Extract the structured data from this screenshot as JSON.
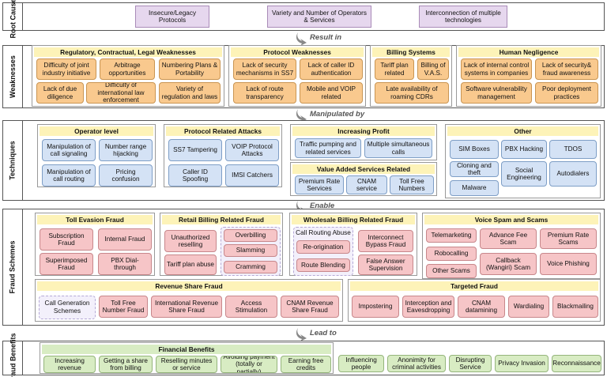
{
  "bands": {
    "root_causes": "Root Causes",
    "weaknesses": "Weaknesses",
    "techniques": "Techniques",
    "fraud_schemes": "Fraud Schemes",
    "fraud_benefits": "Fraud Benefits"
  },
  "connectors": {
    "result_in": "Result in",
    "manipulated_by": "Manipulated by",
    "enable": "Enable",
    "lead_to": "Lead to"
  },
  "root_causes": [
    "Insecure/Legacy Protocols",
    "Variety and Number of Operators & Services",
    "Interconnection of multiple technologies"
  ],
  "weaknesses": {
    "regulatory": {
      "title": "Regulatory, Contractual, Legal Weaknesses",
      "items": [
        "Difficulty of joint industry initiative",
        "Arbitrage opportunities",
        "Numbering Plans & Portability",
        "Lack of due diligence",
        "Difficulty of international law enforcement",
        "Variety of regulation and laws"
      ]
    },
    "protocol": {
      "title": "Protocol Weaknesses",
      "items": [
        "Lack of security mechanisms in SS7",
        "Lack of caller ID authentication",
        "Lack of route transparency",
        "Mobile and VOIP related"
      ]
    },
    "billing": {
      "title": "Billing Systems",
      "items": [
        "Tariff plan related",
        "Billing of V.A.S.",
        "Late availability of roaming CDRs"
      ]
    },
    "human": {
      "title": "Human Negligence",
      "items": [
        "Lack of internal control systems in companies",
        "Lack of security& fraud awareness",
        "Software vulnerability management",
        "Poor deployment practices"
      ]
    }
  },
  "techniques": {
    "operator": {
      "title": "Operator level",
      "items": [
        "Manipulation of call signaling",
        "Number range hijacking",
        "Manipulation of call routing",
        "Pricing confusion"
      ]
    },
    "protocol_attacks": {
      "title": "Protocol Related Attacks",
      "items": [
        "SS7 Tampering",
        "VOIP Protocol Attacks",
        "Caller ID Spoofing",
        "IMSI Catchers"
      ]
    },
    "profit": {
      "title": "Increasing Profit",
      "items": [
        "Traffic pumping and related services",
        "Multiple simultaneous calls"
      ]
    },
    "vas": {
      "title": "Value Added Services Related",
      "items": [
        "Premium Rate Services",
        "CNAM service",
        "Toll Free Numbers"
      ]
    },
    "other": {
      "title": "Other",
      "items": [
        "SIM Boxes",
        "PBX Hacking",
        "TDOS",
        "Cloning and theft",
        "Social Engineering",
        "Autodialers",
        "Malware"
      ]
    }
  },
  "schemes": {
    "toll": {
      "title": "Toll Evasion Fraud",
      "items": [
        "Subscription Fraud",
        "Internal Fraud",
        "Superimposed Fraud",
        "PBX Dial-through"
      ]
    },
    "retail": {
      "title": "Retail Billing Related Fraud",
      "items": [
        "Unauthorized reselling",
        "Overbilling",
        "Slamming",
        "Tariff plan abuse",
        "Cramming"
      ]
    },
    "wholesale": {
      "title": "Wholesale Billing Related Fraud",
      "items": [
        "Call Routing Abuse",
        "Re-origination",
        "Route Blending",
        "Interconnect Bypass Fraud",
        "False Answer Supervision"
      ]
    },
    "voice": {
      "title": "Voice Spam and Scams",
      "items": [
        "Telemarketing",
        "Advance Fee Scam",
        "Premium Rate Scams",
        "Robocalling",
        "Callback (Wangiri) Scam",
        "Voice Phishing",
        "Other Scams"
      ]
    },
    "revenue": {
      "title": "Revenue Share Fraud",
      "items": [
        "Call Generation Schemes",
        "Toll Free Number Fraud",
        "International Revenue Share Fraud",
        "Access Stimulation",
        "CNAM Revenue Share Fraud"
      ]
    },
    "targeted": {
      "title": "Targeted Fraud",
      "items": [
        "Impostering",
        "Interception and Eavesdropping",
        "CNAM datamining",
        "Wardialing",
        "Blackmailing"
      ]
    }
  },
  "benefits": {
    "financial": {
      "title": "Financial Benefits",
      "items": [
        "Increasing revenue",
        "Getting a share from billing",
        "Reselling minutes or service",
        "Avoiding payment (totally or partially)",
        "Earning free credits"
      ]
    },
    "others": [
      "Influencing people",
      "Anonimity for criminal activities",
      "Disrupting Service",
      "Privacy Invasion",
      "Reconnaissance"
    ]
  }
}
